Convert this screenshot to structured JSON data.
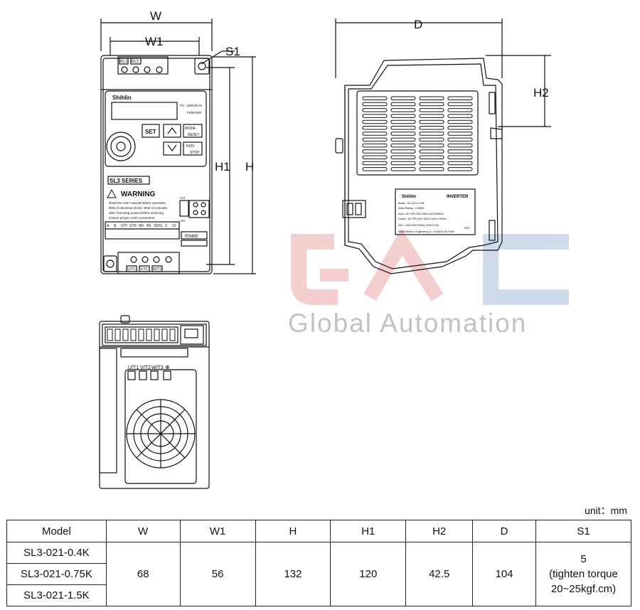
{
  "dimension_labels": {
    "w": "W",
    "w1": "W1",
    "s1": "S1",
    "h1": "H1",
    "h": "H",
    "d": "D",
    "h2": "H2"
  },
  "front_panel": {
    "brand": "Shihlin",
    "terminal_top": [
      "RL1",
      "RL2"
    ],
    "leds": [
      "PU",
      "MON",
      "RUN",
      "FWD",
      "ERR"
    ],
    "set_label": "SET",
    "mode_label": "MODE",
    "reset_label": "RESET",
    "run_label": "RUN",
    "stop_label": "STOP",
    "series": "SL3 SERIES",
    "warning_title": "WARNING",
    "warning_lines": [
      "Read the user manual before operation.",
      "Risk of electrical shock. Wait 10 minutes",
      "after removing power before servicing.",
      "Ensure proper earth connection."
    ],
    "terminals_mid": [
      "A",
      "B",
      "STF",
      "STR",
      "M0",
      "M1",
      "SD/G",
      "3",
      "10"
    ],
    "switch_labels": [
      "AVI",
      "ACI"
    ],
    "rs485": "RS485",
    "terminals_bottom": [
      "U/T1",
      "V/T2",
      "W/T3"
    ]
  },
  "side_label": {
    "brand": "Shihlin",
    "title": "INVERTER",
    "lines": [
      "Model : SL3-021-0.75K",
      "Motor Rating : 0.75KW",
      "Input : AC 1PH 200~240V 8.5A 50/60Hz",
      "Output : AC 3PH 200~240V 4.5A 0~599Hz",
      "S/N : L3ACCH3YH0001    VER:2.10A",
      "Shihlin Electric & Engineering Co., Ltd   MADE IN CHINA"
    ],
    "rating": "IP20"
  },
  "bottom_view": {
    "terminals": [
      "U/T1",
      "V/T2",
      "W/T3",
      "⊕"
    ]
  },
  "watermark": {
    "logo": "GAC",
    "text": "Global Automation"
  },
  "unit_note": "unit：mm",
  "table": {
    "headers": [
      "Model",
      "W",
      "W1",
      "H",
      "H1",
      "H2",
      "D",
      "S1"
    ],
    "models": [
      "SL3-021-0.4K",
      "SL3-021-0.75K",
      "SL3-021-1.5K"
    ],
    "W": "68",
    "W1": "56",
    "H": "132",
    "H1": "120",
    "H2": "42.5",
    "D": "104",
    "S1_lines": [
      "5",
      "(tighten torque",
      "20~25kgf.cm)"
    ]
  }
}
